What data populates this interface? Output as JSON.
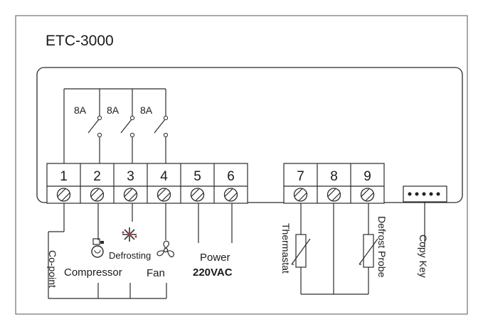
{
  "model_title": "ETC-3000",
  "relays": [
    {
      "rating": "8A"
    },
    {
      "rating": "8A"
    },
    {
      "rating": "8A"
    }
  ],
  "terminals_left": [
    "1",
    "2",
    "3",
    "4",
    "5",
    "6"
  ],
  "terminals_right": [
    "7",
    "8",
    "9"
  ],
  "labels": {
    "co_point": "Co-point",
    "compressor": "Compressor",
    "defrosting": "Defrosting",
    "fan": "Fan",
    "power": "Power",
    "power_voltage": "220VAC",
    "thermostat": "Thermastat",
    "defrost_probe": "Defrost Probe",
    "copy_key": "Copy Key"
  },
  "icons": [
    "compressor-icon",
    "snowflake-icon",
    "fan-icon"
  ]
}
